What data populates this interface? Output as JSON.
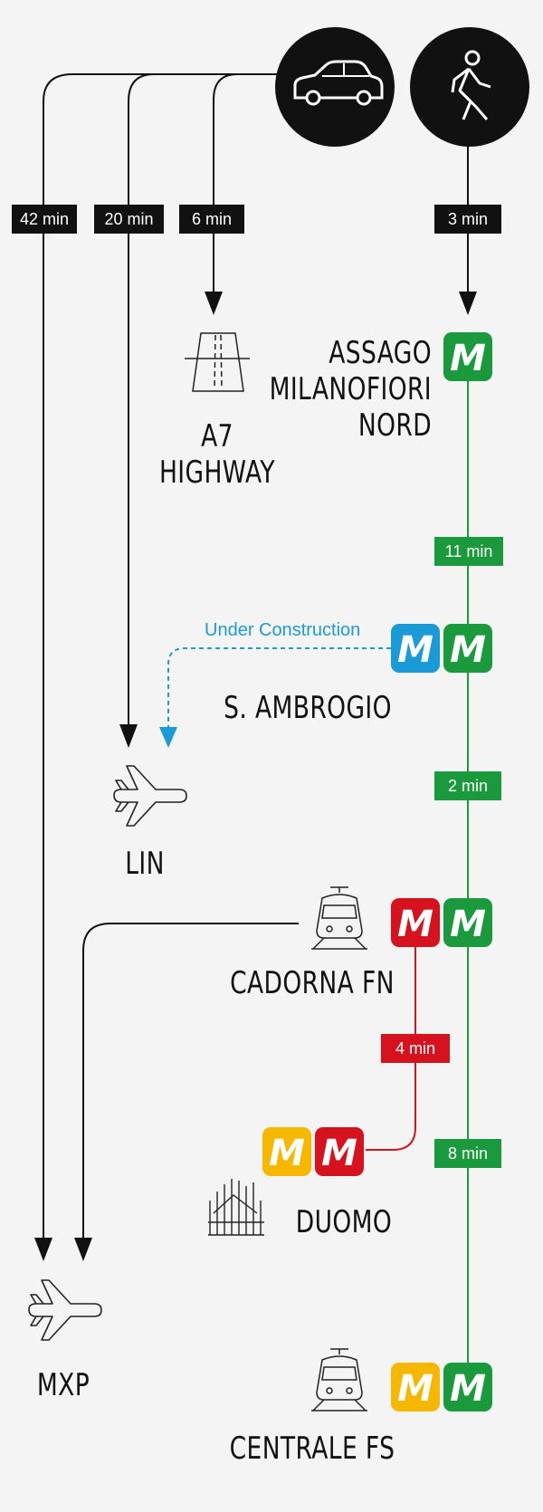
{
  "colors": {
    "black": "#111111",
    "m1_red": "#d5121e",
    "m2_green": "#1a9a3c",
    "m3_yellow": "#f5b700",
    "m4_blue": "#1b9ad8",
    "background": "#f4f4f4"
  },
  "modes": {
    "car": {
      "icon": "car-icon"
    },
    "walk": {
      "icon": "walking-person-icon"
    }
  },
  "durations": {
    "car_mxp": "42 min",
    "car_lin": "20 min",
    "car_highway": "6 min",
    "walk_metro": "3 min",
    "green_assago_ambrogio": "11 min",
    "green_ambrogio_cadorna": "2 min",
    "red_cadorna_duomo": "4 min",
    "green_cadorna_centrale": "8 min"
  },
  "stops": {
    "assago": {
      "name_l1": "ASSAGO",
      "name_l2": "MILANOFIORI",
      "name_l3": "NORD",
      "lines": [
        "M"
      ]
    },
    "highway": {
      "name_l1": "A7",
      "name_l2": "HIGHWAY"
    },
    "ambrogio": {
      "name": "S. AMBROGIO",
      "annotation": "Under Construction",
      "lines": [
        "M",
        "M"
      ]
    },
    "lin": {
      "name": "LIN"
    },
    "cadorna": {
      "name": "CADORNA FN",
      "lines": [
        "M",
        "M"
      ]
    },
    "duomo": {
      "name": "DUOMO",
      "lines": [
        "M",
        "M"
      ]
    },
    "mxp": {
      "name": "MXP"
    },
    "centrale": {
      "name": "CENTRALE FS",
      "lines": [
        "M",
        "M"
      ]
    }
  },
  "metro_letter": "M"
}
